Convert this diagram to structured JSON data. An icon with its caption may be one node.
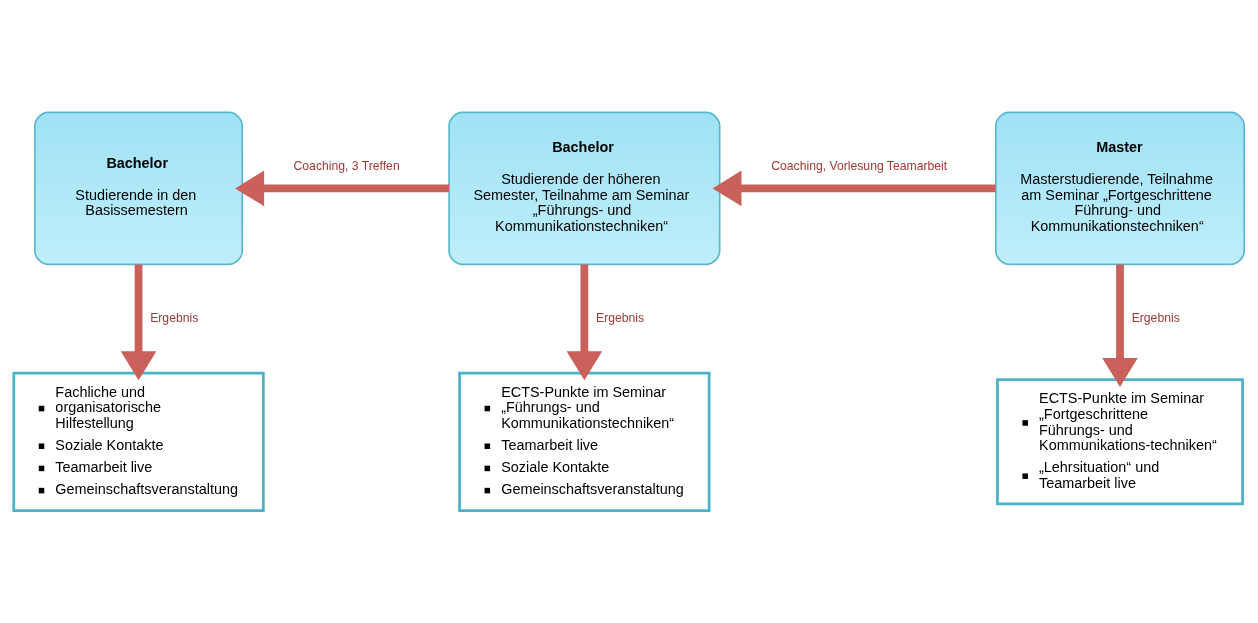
{
  "diagram": {
    "nodes": [
      {
        "text": [
          "Bachelor",
          "Studierende in den Basissemestern"
        ]
      },
      {
        "text": [
          "Bachelor",
          "Studierende der höheren Semester, Teilnahme am Seminar „Führungs- und Kommunikationstechniken“"
        ]
      },
      {
        "text": [
          "Master",
          "Masterstudierende, Teilnahme am Seminar „Fortgeschrittene Führung- und Kommunikationstechniken“"
        ]
      },
      {
        "text": [
          "Fachliche und organisatorische Hilfestellung",
          "Soziale Kontakte",
          "Teamarbeit live",
          "Gemeinschaftsveranstaltung"
        ]
      },
      {
        "text": [
          "ECTS-Punkte im Seminar „Führungs- und Kommunikationstechniken“",
          "Teamarbeit live",
          "Soziale Kontakte",
          "Gemeinschaftsveranstaltung"
        ]
      },
      {
        "text": [
          "ECTS-Punkte im Seminar „Fortgeschrittene Führungs- und Kommunikations-techniken“",
          "„Lehrsituation“ und Teamarbeit live"
        ]
      }
    ],
    "edges": [
      {
        "from": 1,
        "to": 0,
        "arrow": "to",
        "label": "Coaching, 3 Treffen"
      },
      {
        "from": 2,
        "to": 1,
        "arrow": "to",
        "label": "Coaching, Vorlesung Teamarbeit"
      },
      {
        "from": 0,
        "to": 3,
        "arrow": "to",
        "label": "Ergebnis"
      },
      {
        "from": 1,
        "to": 4,
        "arrow": "to",
        "label": "Ergebnis"
      },
      {
        "from": 2,
        "to": 5,
        "arrow": "to",
        "label": "Ergebnis"
      }
    ]
  }
}
